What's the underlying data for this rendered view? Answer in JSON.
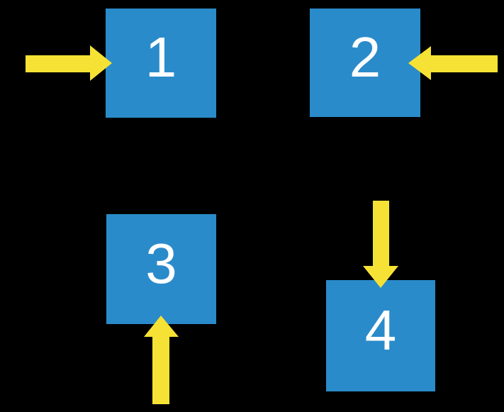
{
  "canvas": {
    "background": "#000000"
  },
  "colors": {
    "background": "#000000",
    "box-blue": "#2A8BCA",
    "arrow-yellow": "#F6E234",
    "label-white": "#FFFFFF"
  },
  "boxes": [
    {
      "label": "1",
      "arrow_direction": "right",
      "arrow_enters_from": "left"
    },
    {
      "label": "2",
      "arrow_direction": "left",
      "arrow_enters_from": "right"
    },
    {
      "label": "3",
      "arrow_direction": "up",
      "arrow_enters_from": "bottom"
    },
    {
      "label": "4",
      "arrow_direction": "down",
      "arrow_enters_from": "top"
    }
  ]
}
